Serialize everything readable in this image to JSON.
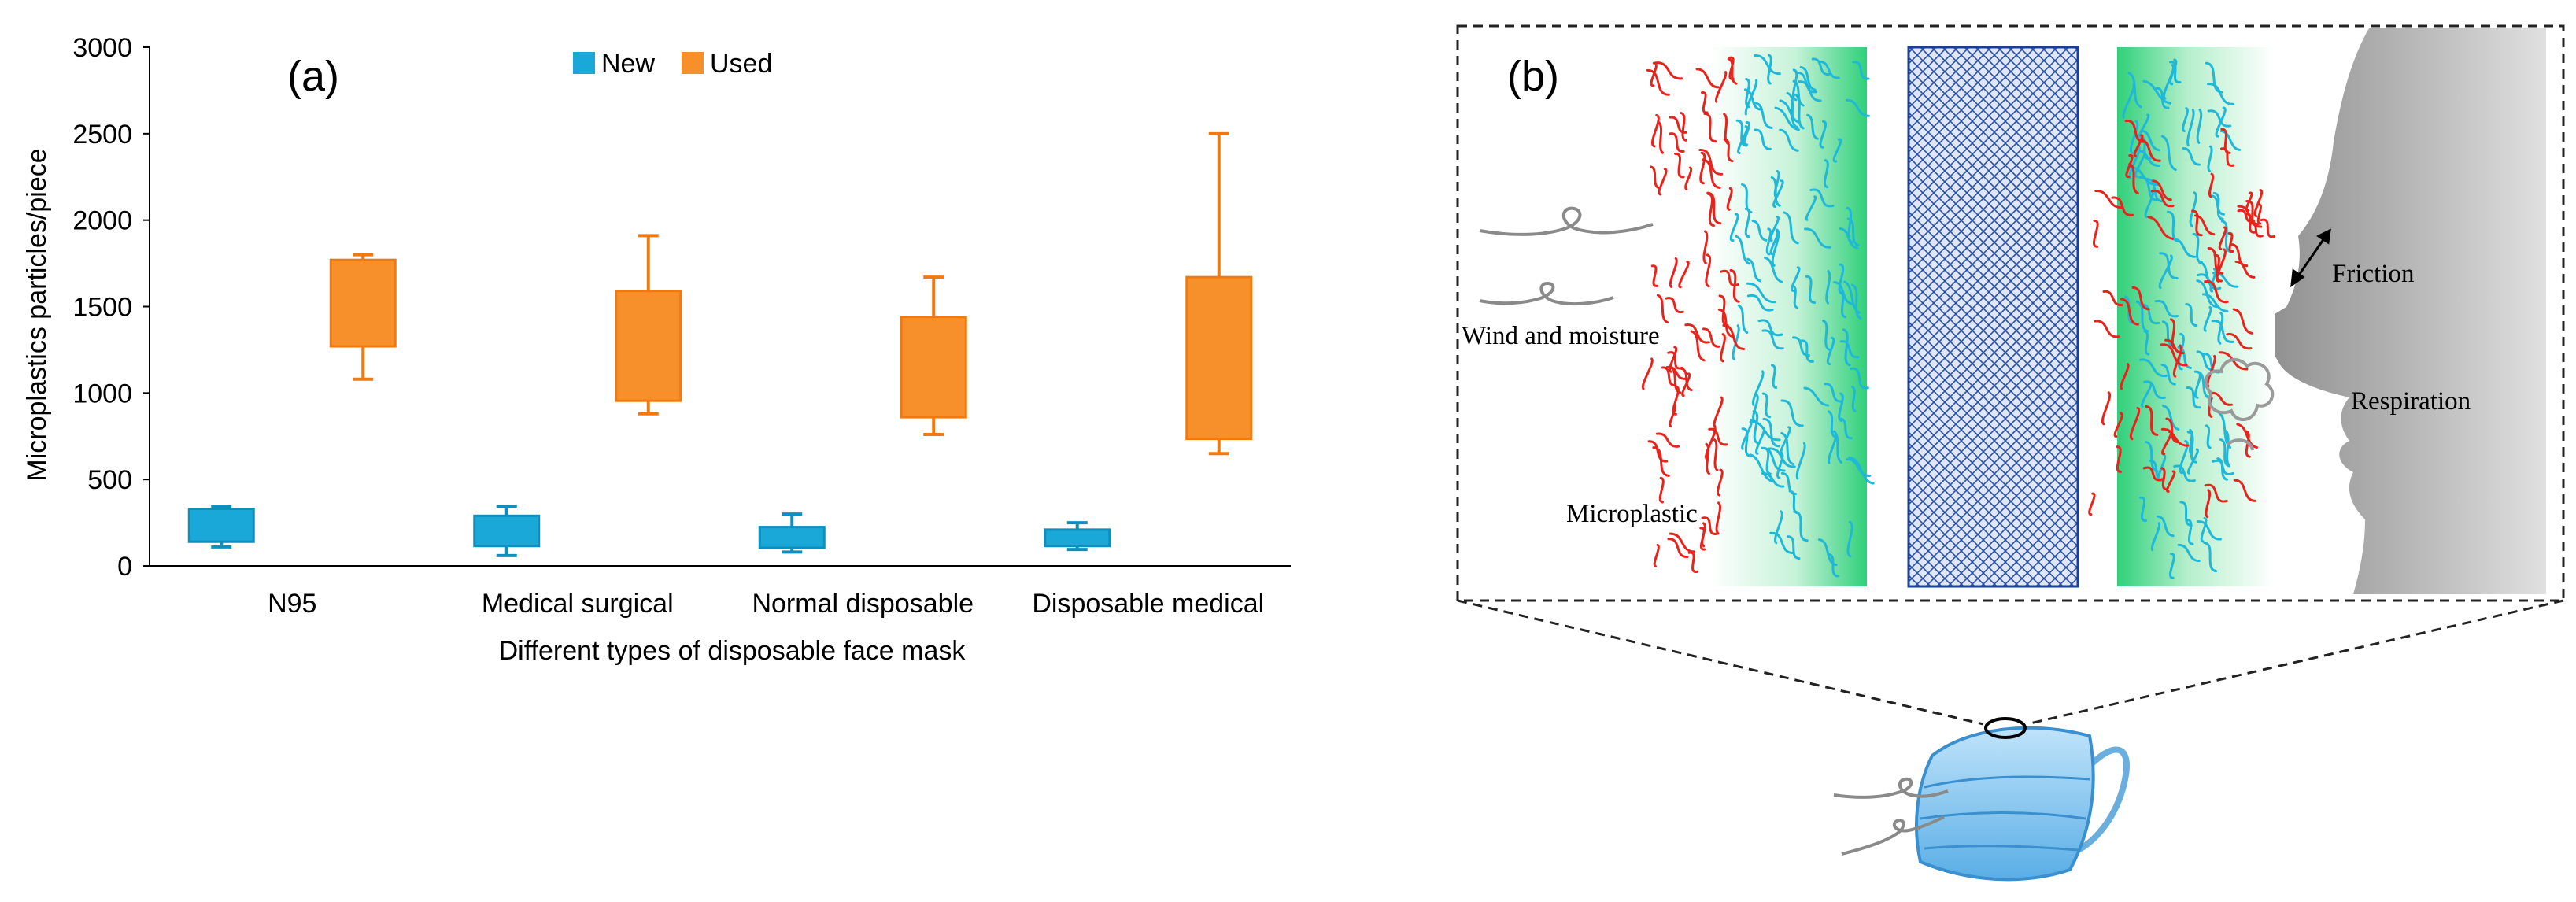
{
  "panel_a": {
    "label": "(a)",
    "chart_data": {
      "type": "box",
      "title": "",
      "xlabel": "Different types of disposable face mask",
      "ylabel": "Microplastics particles/piece",
      "ylim": [
        0,
        3000
      ],
      "yticks": [
        0,
        500,
        1000,
        1500,
        2000,
        2500,
        3000
      ],
      "categories": [
        "N95",
        "Medical surgical",
        "Normal disposable",
        "Disposable medical"
      ],
      "legend_position": "top-center",
      "series": [
        {
          "name": "New",
          "color": "#1aa8d8",
          "stroke": "#0e8fbd",
          "boxes": [
            {
              "min": 110,
              "q1": 140,
              "q3": 330,
              "max": 345
            },
            {
              "min": 60,
              "q1": 115,
              "q3": 290,
              "max": 345
            },
            {
              "min": 80,
              "q1": 105,
              "q3": 225,
              "max": 300
            },
            {
              "min": 95,
              "q1": 115,
              "q3": 210,
              "max": 250
            }
          ]
        },
        {
          "name": "Used",
          "color": "#f7902a",
          "stroke": "#f07a10",
          "boxes": [
            {
              "min": 1080,
              "q1": 1270,
              "q3": 1770,
              "max": 1800
            },
            {
              "min": 880,
              "q1": 955,
              "q3": 1590,
              "max": 1910
            },
            {
              "min": 760,
              "q1": 860,
              "q3": 1440,
              "max": 1670
            },
            {
              "min": 650,
              "q1": 735,
              "q3": 1670,
              "max": 2500
            }
          ]
        }
      ]
    }
  },
  "panel_b": {
    "label": "(b)",
    "labels": {
      "wind": "Wind and moisture",
      "microplastic": "Microplastic",
      "friction": "Friction",
      "respiration": "Respiration"
    },
    "colors": {
      "fiber_red": "#e8231c",
      "fiber_blue": "#1fb8d8",
      "layer_green": "#2fd07a",
      "mesh_blue": "#1a3f9a",
      "face_gray": "#9a9a9a",
      "mask_blue": "#7fc4ee"
    }
  }
}
